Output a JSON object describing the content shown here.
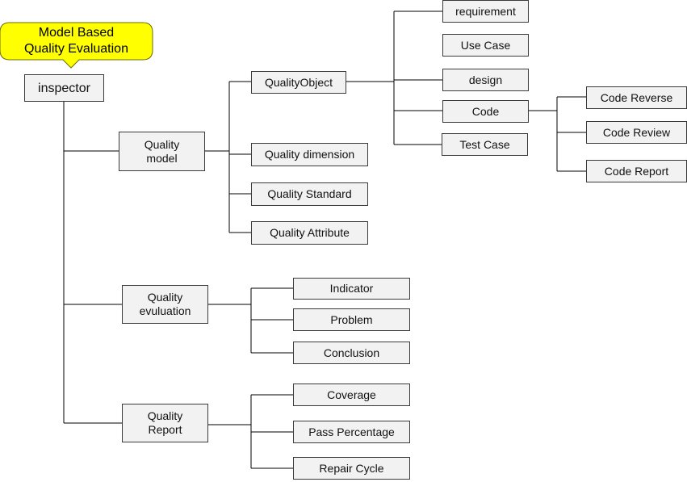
{
  "callout": {
    "text": "Model   Based\nQuality Evaluation",
    "fill": "#ffff00"
  },
  "root": "inspector",
  "groups": {
    "quality_model": {
      "label": "Quality\nmodel",
      "children": [
        "QualityObject",
        "Quality dimension",
        "Quality Standard",
        "Quality Attribute"
      ]
    },
    "quality_evaluation": {
      "label": "Quality\nevuluation",
      "children": [
        "Indicator",
        "Problem",
        "Conclusion"
      ]
    },
    "quality_report": {
      "label": "Quality\nReport",
      "children": [
        "Coverage",
        "Pass Percentage",
        "Repair Cycle"
      ]
    }
  },
  "quality_object_children": [
    "requirement",
    "Use Case",
    "design",
    "Code",
    "Test Case"
  ],
  "code_children": [
    "Code Reverse",
    "Code Review",
    "Code Report"
  ]
}
